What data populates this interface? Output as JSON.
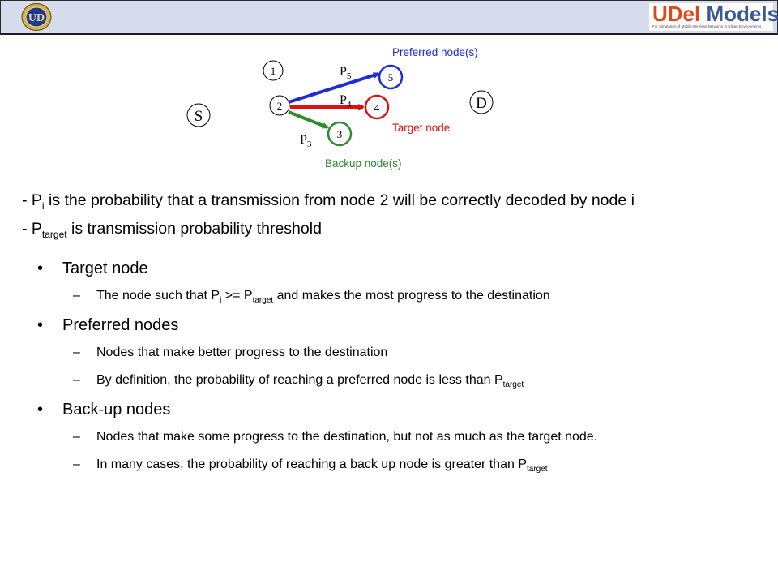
{
  "header": {
    "seal_text": "UD",
    "logo_udel": "UDel",
    "logo_models": "Models",
    "logo_tagline": "For Simulation of Mobile Wireless Networks in Urban Environments"
  },
  "diagram": {
    "nodes": {
      "s": "S",
      "d": "D",
      "n1": "1",
      "n2": "2",
      "n3": "3",
      "n4": "4",
      "n5": "5"
    },
    "edge_labels": {
      "p5": {
        "base": "P",
        "sub": "5"
      },
      "p4": {
        "base": "P",
        "sub": "4"
      },
      "p3": {
        "base": "P",
        "sub": "3"
      }
    },
    "annotations": {
      "preferred": "Preferred node(s)",
      "target": "Target node",
      "backup": "Backup node(s)"
    },
    "colors": {
      "preferred": "#1f2bd4",
      "target": "#e01010",
      "backup": "#2e8b2e",
      "annotation_preferred": "#1f2bd4",
      "annotation_target": "#e01010",
      "annotation_backup": "#2e8b2e"
    }
  },
  "definitions": {
    "line1": {
      "pre": "- P",
      "sub": "i",
      "post": " is the probability that a transmission from node 2 will be correctly decoded by node i"
    },
    "line2": {
      "pre": "- P",
      "sub": "target",
      "post": " is transmission probability threshold"
    }
  },
  "bullets": {
    "dot": "•",
    "dash": "–",
    "target_node": {
      "title": "Target node",
      "item1": {
        "a": "The node such that P",
        "sub1": "i",
        "b": " >= P",
        "sub2": "target",
        "c": "  and makes the most progress to the destination"
      }
    },
    "preferred_nodes": {
      "title": "Preferred nodes",
      "item1": "Nodes that make better progress to the destination",
      "item2": {
        "a": "By definition, the probability of reaching a preferred node is less than P",
        "sub": "target"
      }
    },
    "backup_nodes": {
      "title": "Back-up nodes",
      "item1": "Nodes that make some progress to the destination, but not as much as the target node.",
      "item2": {
        "a": "In many cases, the probability of reaching a back up node is greater than P",
        "sub": "target"
      }
    }
  }
}
